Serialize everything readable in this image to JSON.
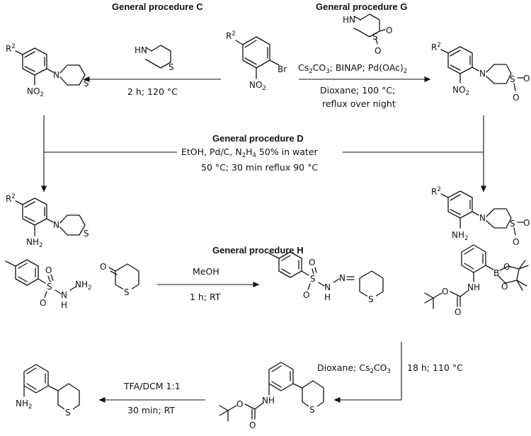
{
  "titles": {
    "c": "General procedure C",
    "g": "General procedure G",
    "d": "General procedure D",
    "h": "General procedure H"
  },
  "conditions": {
    "c": "2 h; 120 °C",
    "g_reagents_parts": [
      "Cs",
      "2",
      "CO",
      "3",
      "; BINAP; Pd(OAc)",
      "2"
    ],
    "g_solvent": "Dioxane; 100 °C;",
    "g_time": "reflux over night",
    "d_reagents_parts": [
      "EtOH, Pd/C, N",
      "2",
      "H",
      "4",
      " 50% in water"
    ],
    "d_temp": "50 °C; 30 min reflux 90 °C",
    "h_solvent": "MeOH",
    "h_time": "1 h; RT",
    "coupling_reagents_parts": [
      "Dioxane; Cs",
      "2",
      "CO",
      "3"
    ],
    "coupling_time": "18 h; 110 °C",
    "deprot_reagent": "TFA/DCM 1:1",
    "deprot_time": "30 min; RT"
  },
  "atoms": {
    "r": "R",
    "r_sup": "2",
    "br": "Br",
    "n": "N",
    "o": "O",
    "o_sub": "2",
    "s": "S",
    "h": "H",
    "b": "B",
    "nh": "NH",
    "nh2": "NH",
    "h_sub": "2"
  }
}
